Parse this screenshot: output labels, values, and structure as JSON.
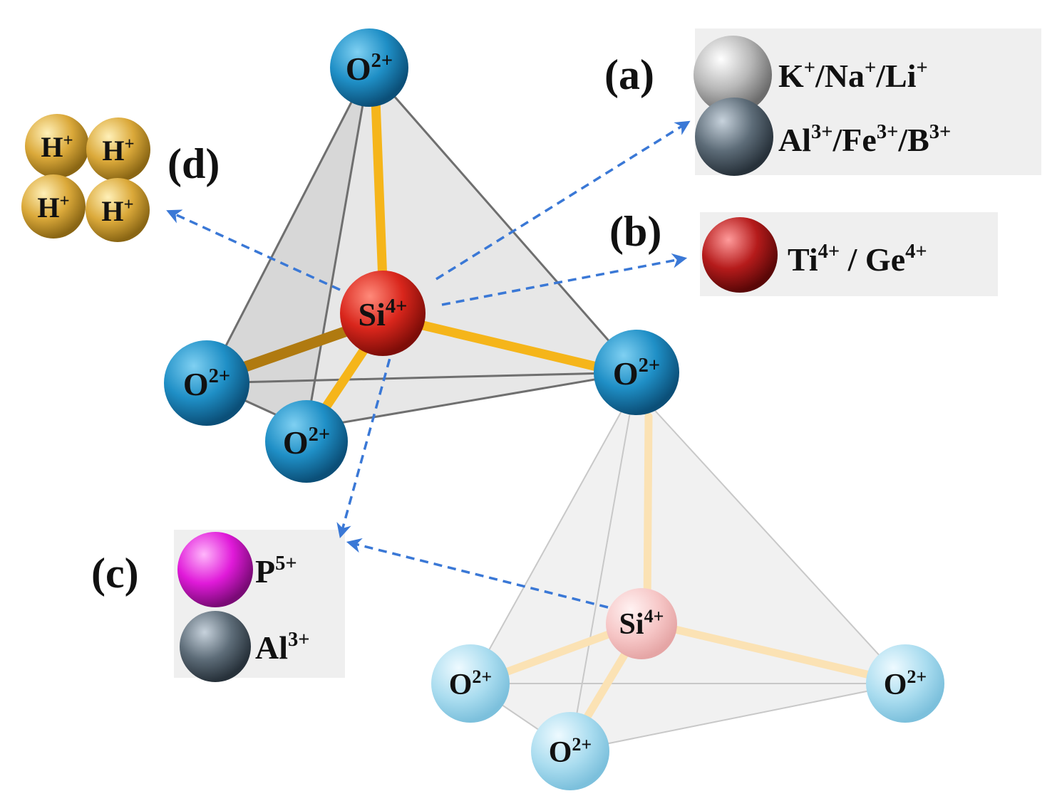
{
  "atoms": {
    "o_top": {
      "base": "O",
      "sup": "2+"
    },
    "o_left": {
      "base": "O",
      "sup": "2+"
    },
    "o_front": {
      "base": "O",
      "sup": "2+"
    },
    "o_right": {
      "base": "O",
      "sup": "2+"
    },
    "si_center": {
      "base": "Si",
      "sup": "4+"
    },
    "si_lower": {
      "base": "Si",
      "sup": "4+"
    },
    "o_lower_left": {
      "base": "O",
      "sup": "2+"
    },
    "o_lower_front": {
      "base": "O",
      "sup": "2+"
    },
    "o_lower_right": {
      "base": "O",
      "sup": "2+"
    }
  },
  "panels": {
    "a": {
      "letter": "(a)",
      "row1": {
        "text": "K",
        "sup1": "+",
        "mid1": "/Na",
        "sup2": "+",
        "mid2": "/Li",
        "sup3": "+"
      },
      "row2": {
        "text": "Al",
        "sup1": "3+",
        "mid1": "/Fe",
        "sup2": "3+",
        "mid2": "/B",
        "sup3": "3+"
      }
    },
    "b": {
      "letter": "(b)",
      "text1": "Ti",
      "sup1": "4+",
      "text2": " / Ge",
      "sup2": "4+"
    },
    "c": {
      "letter": "(c)",
      "row1": {
        "base": "P",
        "sup": "5+"
      },
      "row2": {
        "base": "Al",
        "sup": "3+"
      }
    },
    "d": {
      "letter": "(d)",
      "atom": {
        "base": "H",
        "sup": "+"
      }
    }
  },
  "colors": {
    "oxygen": "#1f8fc6",
    "silicon": "#d9261c",
    "bond": "#f5b51a",
    "arrow": "#3a78d6",
    "alkali": "#b8b8b8",
    "trivalent": "#5d6c78",
    "tetravalent": "#b51b1b",
    "phosphorus": "#e01ad9",
    "hydrogen": "#dba93a"
  }
}
